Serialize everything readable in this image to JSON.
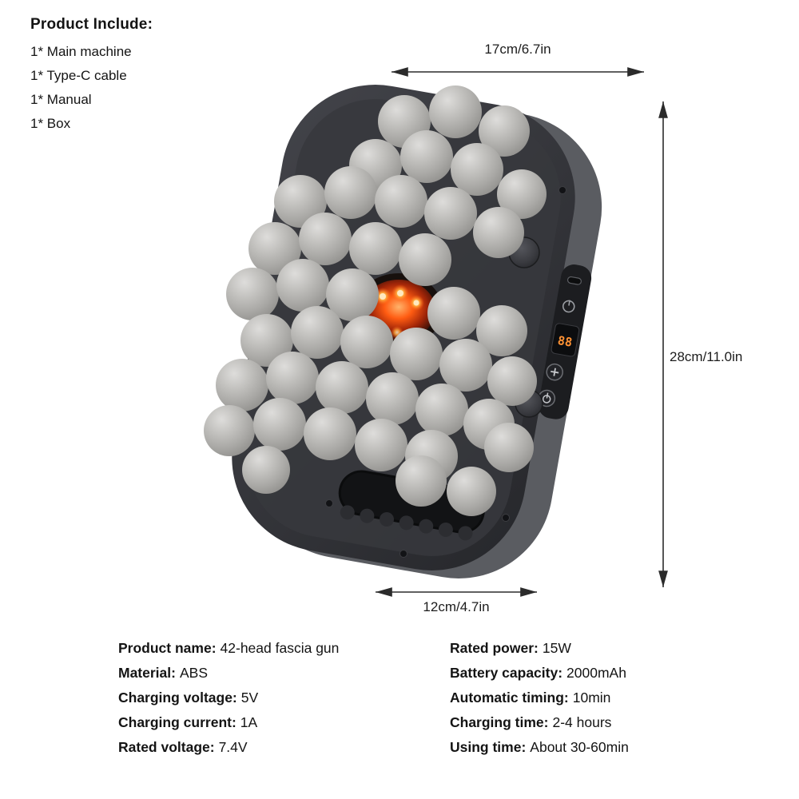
{
  "product_include": {
    "title": "Product Include:",
    "items": [
      "1* Main machine",
      "1* Type-C cable",
      "1* Manual",
      "1* Box"
    ]
  },
  "dimensions": {
    "width_top": "17cm/6.7in",
    "height_right": "28cm/11.0in",
    "width_bottom": "12cm/4.7in"
  },
  "specs": {
    "left": [
      {
        "label": "Product name:",
        "value": "42-head fascia gun"
      },
      {
        "label": "Material:",
        "value": "ABS"
      },
      {
        "label": "Charging voltage:",
        "value": "5V"
      },
      {
        "label": "Charging current:",
        "value": "1A"
      },
      {
        "label": "Rated voltage:",
        "value": "7.4V"
      }
    ],
    "right": [
      {
        "label": "Rated power:",
        "value": "15W"
      },
      {
        "label": "Battery capacity:",
        "value": "2000mAh"
      },
      {
        "label": "Automatic timing:",
        "value": "10min"
      },
      {
        "label": "Charging time:",
        "value": "2-4 hours"
      },
      {
        "label": "Using time:",
        "value": "About 30-60min"
      }
    ]
  },
  "device": {
    "display_value": "88",
    "colors": {
      "body": "#2b2c30",
      "side": "#5a5c61",
      "ball": "#b9b8b5",
      "glow": "#ff5c12",
      "display_digits": "#ff9234"
    }
  }
}
